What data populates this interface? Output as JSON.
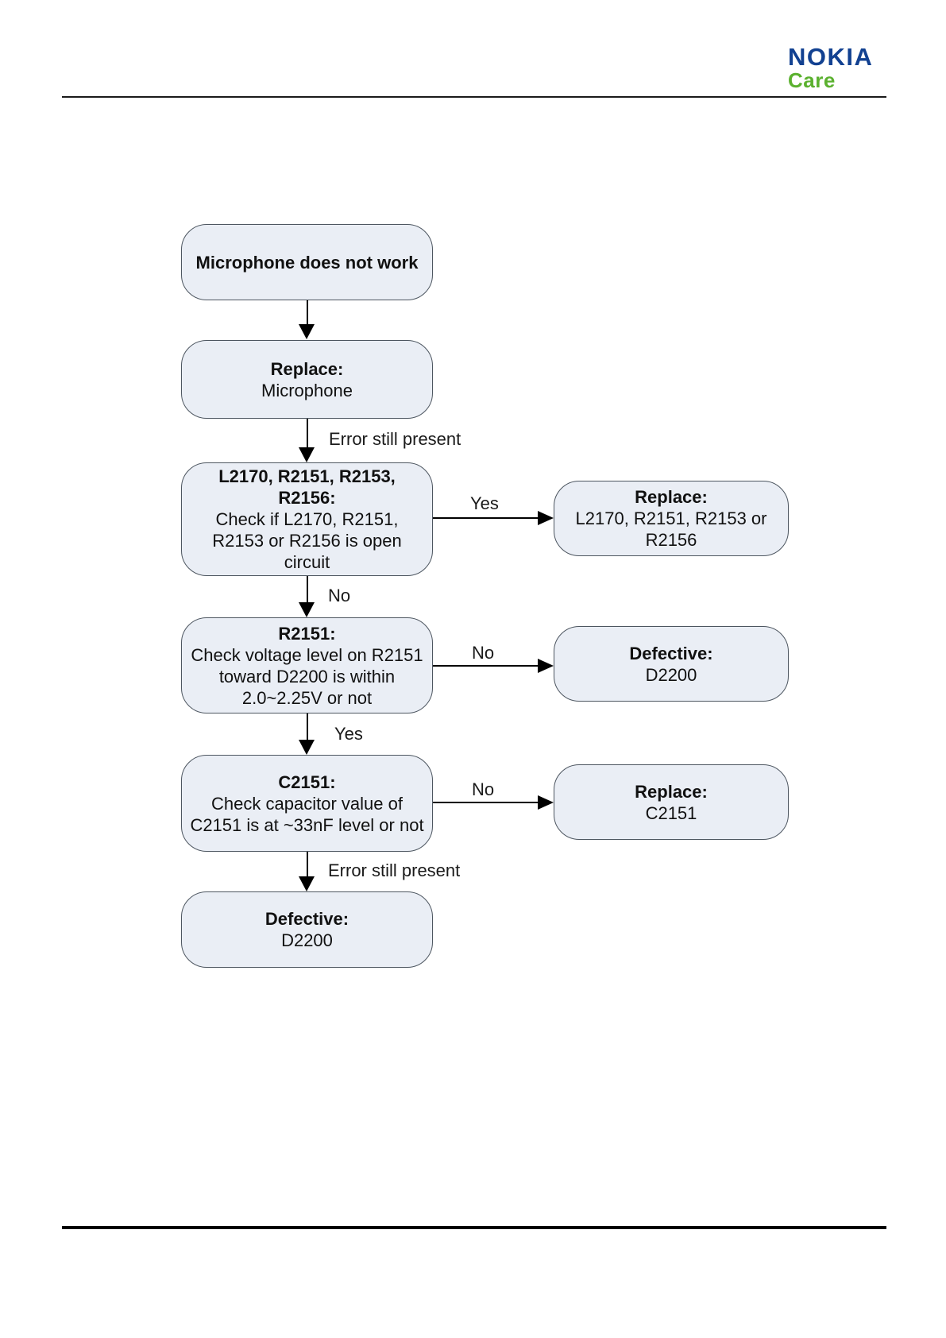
{
  "header": {
    "logo_brand": "NOKIA",
    "logo_sub": "Care",
    "brand_color": "#124191",
    "sub_color": "#5BB12F"
  },
  "colors": {
    "box_fill": "#EAEEF5",
    "box_border": "#4D5660",
    "line_color": "#000000"
  },
  "flowchart": {
    "nodes": [
      {
        "title": "Microphone does not work",
        "body": ""
      },
      {
        "title": "Replace:",
        "body": "Microphone"
      },
      {
        "title": "L2170, R2151, R2153,\nR2156:",
        "body": "Check if L2170, R2151,\nR2153 or R2156 is open\ncircuit"
      },
      {
        "title": "R2151:",
        "body": "Check voltage level on R2151\ntoward D2200 is within\n2.0~2.25V or not"
      },
      {
        "title": "C2151:",
        "body": "Check capacitor value of\nC2151 is at ~33nF level or not"
      },
      {
        "title": "Defective:",
        "body": "D2200"
      },
      {
        "title": "Replace:",
        "body": "L2170, R2151, R2153 or\nR2156"
      },
      {
        "title": "Defective:",
        "body": "D2200"
      },
      {
        "title": "Replace:",
        "body": "C2151"
      }
    ],
    "edge_labels": {
      "replace_mic_down": "Error still present",
      "check_open_down": "No",
      "r2151_down": "Yes",
      "c2151_down": "Error still present",
      "check_open_right": "Yes",
      "r2151_right": "No",
      "c2151_right": "No"
    }
  }
}
